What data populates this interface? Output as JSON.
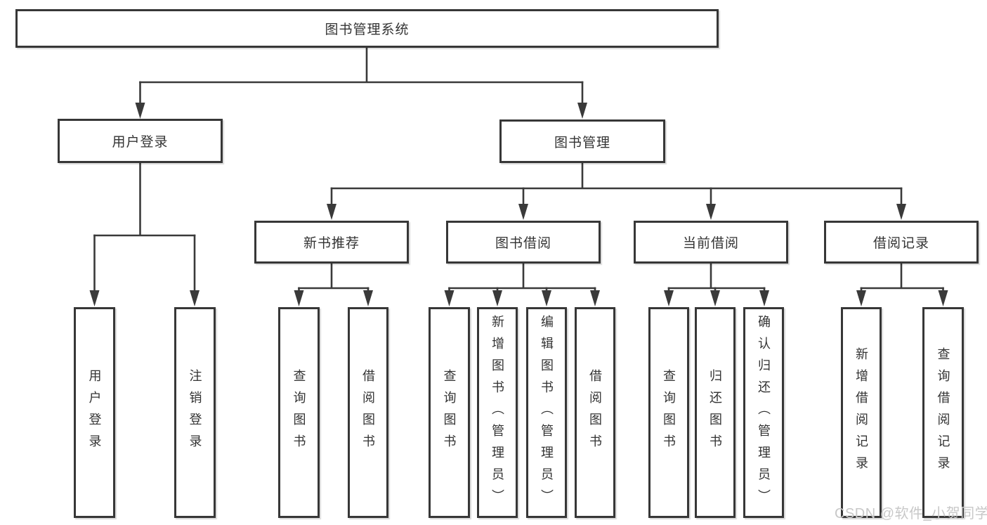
{
  "diagram": {
    "root": {
      "label": "图书管理系统"
    },
    "level2": [
      {
        "label": "用户登录"
      },
      {
        "label": "图书管理"
      }
    ],
    "level3": [
      {
        "label": "新书推荐"
      },
      {
        "label": "图书借阅"
      },
      {
        "label": "当前借阅"
      },
      {
        "label": "借阅记录"
      }
    ],
    "leaves": [
      {
        "label": "用户登录"
      },
      {
        "label": "注销登录"
      },
      {
        "label": "查询图书"
      },
      {
        "label": "借阅图书"
      },
      {
        "label": "查询图书"
      },
      {
        "label": "新增图书（管理员）"
      },
      {
        "label": "编辑图书（管理员）"
      },
      {
        "label": "借阅图书"
      },
      {
        "label": "查询图书"
      },
      {
        "label": "归还图书"
      },
      {
        "label": "确认归还（管理员）"
      },
      {
        "label": "新增借阅记录"
      },
      {
        "label": "查询借阅记录"
      }
    ],
    "hierarchy": {
      "图书管理系统": [
        "用户登录",
        "图书管理"
      ],
      "用户登录": [
        "用户登录",
        "注销登录"
      ],
      "图书管理": [
        "新书推荐",
        "图书借阅",
        "当前借阅",
        "借阅记录"
      ],
      "新书推荐": [
        "查询图书",
        "借阅图书"
      ],
      "图书借阅": [
        "查询图书",
        "新增图书（管理员）",
        "编辑图书（管理员）",
        "借阅图书"
      ],
      "当前借阅": [
        "查询图书",
        "归还图书",
        "确认归还（管理员）"
      ],
      "借阅记录": [
        "新增借阅记录",
        "查询借阅记录"
      ]
    }
  },
  "watermark": {
    "text": "CSDN @软件_小贺同学"
  },
  "colors": {
    "line": "#3a3a3a",
    "box_border": "#373737",
    "text": "#333333",
    "background": "#ffffff",
    "watermark": "#c8c8c8"
  }
}
